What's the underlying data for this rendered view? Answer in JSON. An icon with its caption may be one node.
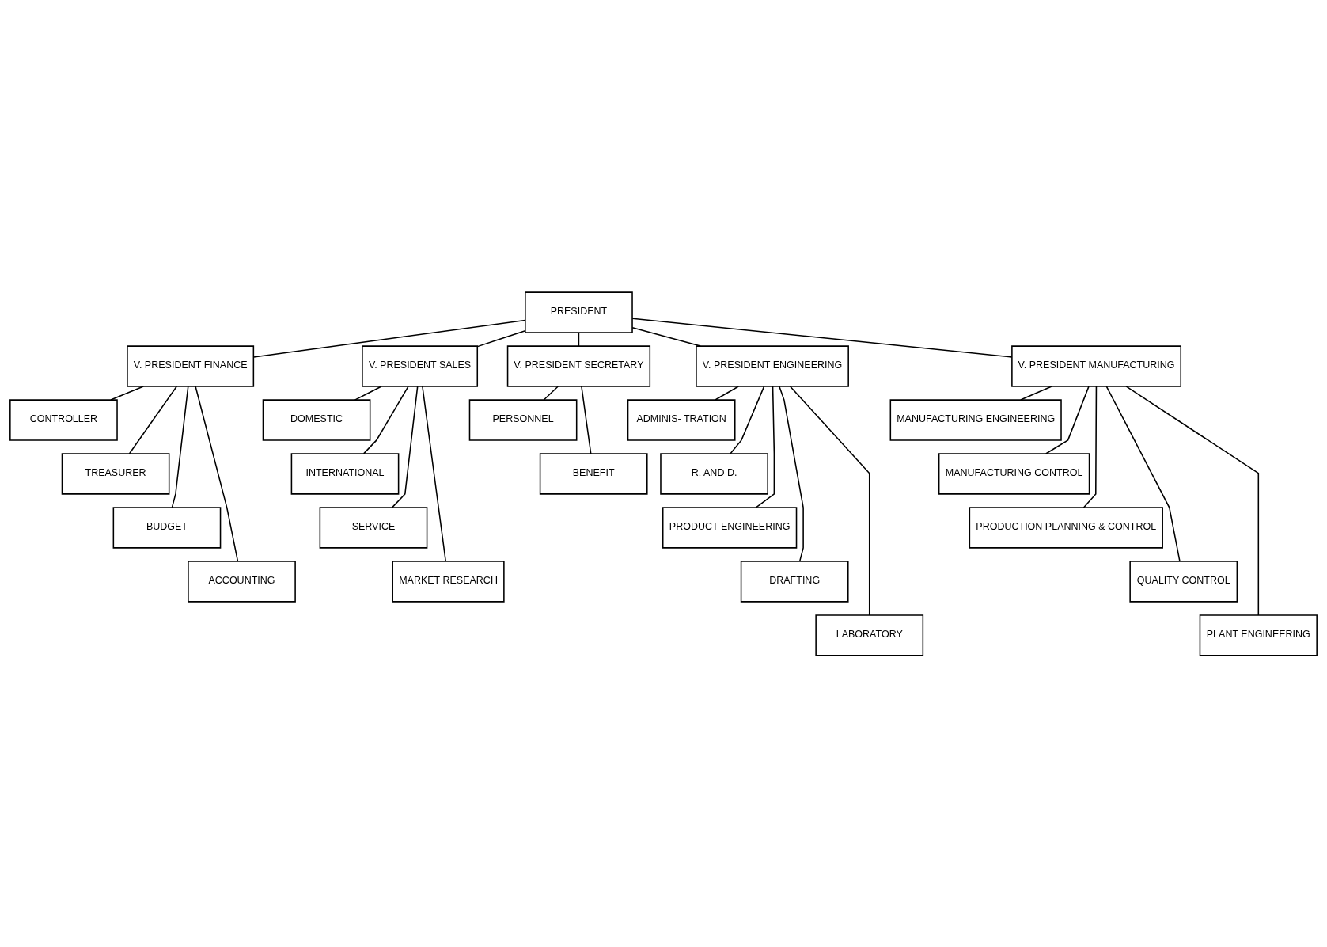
{
  "diagram": {
    "nodes": [
      {
        "text": [
          "PRESIDENT"
        ]
      },
      {
        "text": [
          "V. PRESIDENT FINANCE"
        ]
      },
      {
        "text": [
          "V. PRESIDENT SALES"
        ]
      },
      {
        "text": [
          "V. PRESIDENT SECRETARY"
        ]
      },
      {
        "text": [
          "V. PRESIDENT ENGINEERING"
        ]
      },
      {
        "text": [
          "V. PRESIDENT MANUFACTURING"
        ]
      },
      {
        "text": [
          "CONTROLLER"
        ]
      },
      {
        "text": [
          "TREASURER"
        ]
      },
      {
        "text": [
          "BUDGET"
        ]
      },
      {
        "text": [
          "ACCOUNTING"
        ]
      },
      {
        "text": [
          "DOMESTIC"
        ]
      },
      {
        "text": [
          "INTERNATIONAL"
        ]
      },
      {
        "text": [
          "SERVICE"
        ]
      },
      {
        "text": [
          "MARKET RESEARCH"
        ]
      },
      {
        "text": [
          "PERSONNEL"
        ]
      },
      {
        "text": [
          "BENEFIT"
        ]
      },
      {
        "text": [
          "ADMINIS- TRATION"
        ]
      },
      {
        "text": [
          "R. AND D."
        ]
      },
      {
        "text": [
          "PRODUCT ENGINEERING"
        ]
      },
      {
        "text": [
          "DRAFTING"
        ]
      },
      {
        "text": [
          "LABORATORY"
        ]
      },
      {
        "text": [
          "MANUFACTURING ENGINEERING"
        ]
      },
      {
        "text": [
          "MANUFACTURING CONTROL"
        ]
      },
      {
        "text": [
          "PRODUCTION PLANNING & CONTROL"
        ]
      },
      {
        "text": [
          "QUALITY CONTROL"
        ]
      },
      {
        "text": [
          "PLANT ENGINEERING"
        ]
      }
    ],
    "edges": [
      {
        "from": 0,
        "to": 1,
        "arrow": "none"
      },
      {
        "from": 0,
        "to": 2,
        "arrow": "none"
      },
      {
        "from": 0,
        "to": 3,
        "arrow": "none"
      },
      {
        "from": 0,
        "to": 4,
        "arrow": "none"
      },
      {
        "from": 0,
        "to": 5,
        "arrow": "none"
      },
      {
        "from": 1,
        "to": 6,
        "arrow": "none"
      },
      {
        "from": 1,
        "to": 7,
        "arrow": "none"
      },
      {
        "from": 1,
        "to": 8,
        "arrow": "none"
      },
      {
        "from": 1,
        "to": 9,
        "arrow": "none"
      },
      {
        "from": 2,
        "to": 10,
        "arrow": "none"
      },
      {
        "from": 2,
        "to": 11,
        "arrow": "none"
      },
      {
        "from": 2,
        "to": 12,
        "arrow": "none"
      },
      {
        "from": 2,
        "to": 13,
        "arrow": "none"
      },
      {
        "from": 3,
        "to": 14,
        "arrow": "none"
      },
      {
        "from": 3,
        "to": 15,
        "arrow": "none"
      },
      {
        "from": 4,
        "to": 16,
        "arrow": "none"
      },
      {
        "from": 4,
        "to": 17,
        "arrow": "none"
      },
      {
        "from": 4,
        "to": 18,
        "arrow": "none"
      },
      {
        "from": 4,
        "to": 19,
        "arrow": "none"
      },
      {
        "from": 4,
        "to": 20,
        "arrow": "none"
      },
      {
        "from": 5,
        "to": 21,
        "arrow": "none"
      },
      {
        "from": 5,
        "to": 22,
        "arrow": "none"
      },
      {
        "from": 5,
        "to": 23,
        "arrow": "none"
      },
      {
        "from": 5,
        "to": 24,
        "arrow": "none"
      },
      {
        "from": 5,
        "to": 25,
        "arrow": "none"
      }
    ]
  }
}
